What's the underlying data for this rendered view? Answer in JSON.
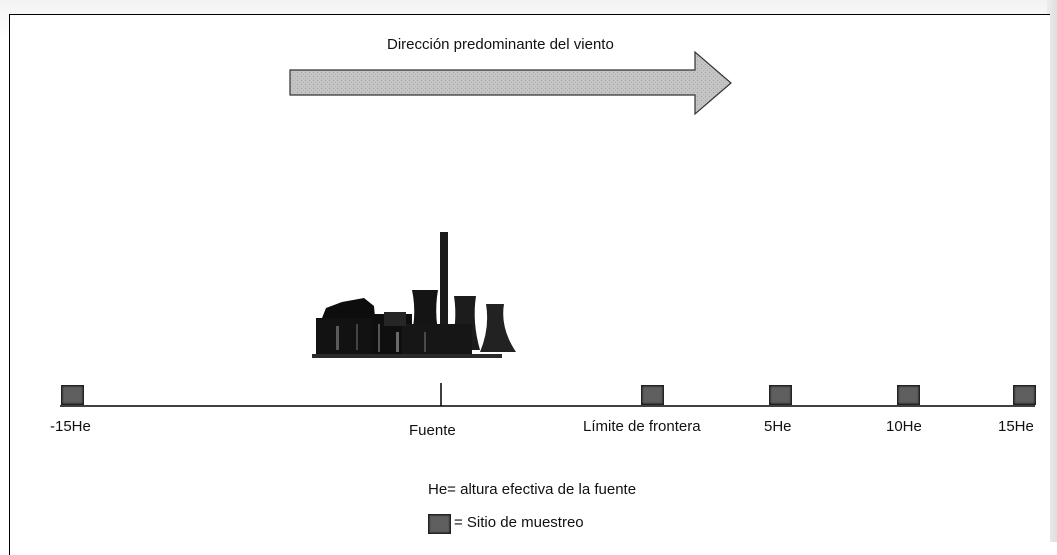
{
  "diagram": {
    "wind_direction_label": "Dirección predominante del viento",
    "axis_labels": {
      "minus15": "-15He",
      "source": "Fuente",
      "boundary": "Límite de frontera",
      "five": "5He",
      "ten": "10He",
      "fifteen": "15He"
    },
    "legend": {
      "he_definition": "He= altura efectiva de la fuente",
      "site_symbol_label": "= Sitio de muestreo"
    },
    "colors": {
      "arrow_fill": "#c2c2c2",
      "sample_site": "#5f5f5f",
      "axis": "#000000"
    },
    "icons": [
      "power-plant-icon",
      "sampling-site-icon",
      "wind-arrow-icon"
    ]
  }
}
